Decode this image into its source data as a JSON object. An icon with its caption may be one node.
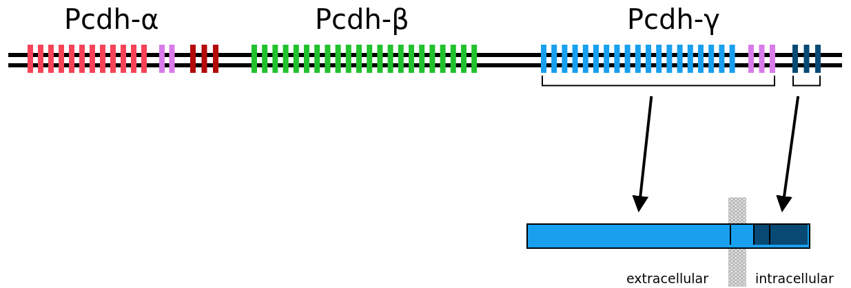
{
  "diagram": {
    "nodes": [
      {
        "text": [],
        "shape": "bracket"
      },
      {
        "text": [],
        "shape": "bracket"
      },
      {
        "text": [],
        "shape": "bar"
      },
      {
        "text": [],
        "shape": "bar",
        "in": 2
      },
      {
        "text": [],
        "shape": "bar",
        "in": 2
      }
    ],
    "edges": [
      {
        "from": 0,
        "to": 3,
        "arrow": "to"
      },
      {
        "from": 1,
        "to": 4,
        "arrow": "to"
      }
    ],
    "labels": [
      "Pcdh-α",
      "Pcdh-β",
      "Pcdh-γ",
      "extracellular",
      "intracellular"
    ]
  }
}
